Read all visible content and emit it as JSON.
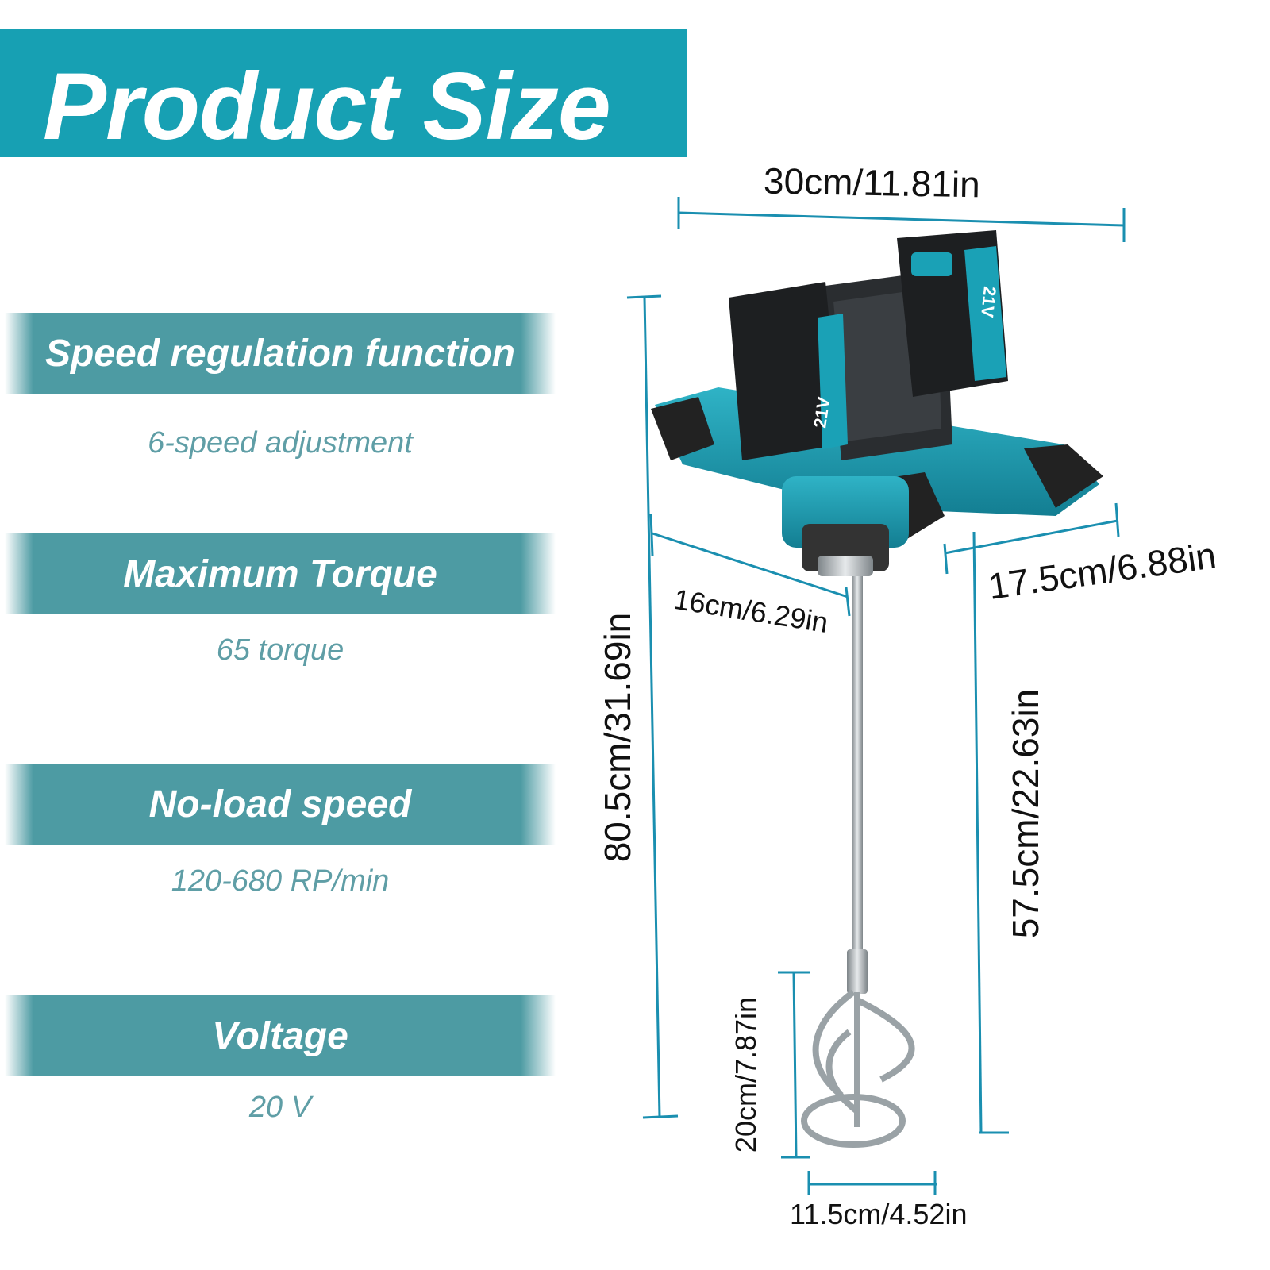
{
  "title": "Product Size",
  "specs": [
    {
      "label": "Speed regulation function",
      "value": "6-speed adjustment"
    },
    {
      "label": "Maximum Torque",
      "value": "65 torque"
    },
    {
      "label": "No-load speed",
      "value": "120-680 RP/min"
    },
    {
      "label": "Voltage",
      "value": "20 V"
    }
  ],
  "dimensions": {
    "width_top": "30cm/11.81in",
    "total_height": "80.5cm/31.69in",
    "rod_length": "57.5cm/22.63in",
    "body_depth": "16cm/6.29in",
    "handle_width": "17.5cm/6.88in",
    "paddle_height": "20cm/7.87in",
    "paddle_width": "11.5cm/4.52in"
  },
  "battery_label": "21V",
  "colors": {
    "brand": "#17a0b3",
    "bar": "#4d9ba3",
    "value_text": "#5f9ea6",
    "dim_line": "#1a8fb0"
  }
}
